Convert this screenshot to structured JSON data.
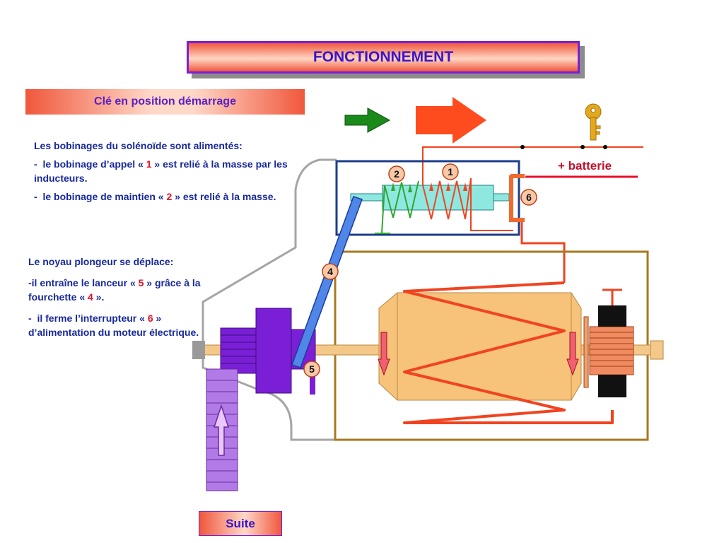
{
  "title": "FONCTIONNEMENT",
  "subtitle": "Clé en position démarrage",
  "paragraph1": {
    "heading": "Les bobinages du solénoïde sont alimentés:",
    "item1_a": "le bobinage d’appel « ",
    "item1_num": "1",
    "item1_b": " » est relié à la masse par les inducteurs.",
    "item2_a": "le bobinage de maintien « ",
    "item2_num": "2",
    "item2_b": " » est relié à la masse."
  },
  "paragraph2": {
    "heading": "Le noyau plongeur se déplace:",
    "item1_a": "il entraîne le lanceur « ",
    "item1_num": "5",
    "item1_b": " » grâce à la fourchette « ",
    "item1_num2": "4",
    "item1_c": " ».",
    "item2_a": "il ferme l’interrupteur « ",
    "item2_num": "6",
    "item2_b": " » d’alimentation du moteur électrique."
  },
  "diagram": {
    "battery_label": "+ batterie",
    "markers": [
      "1",
      "2",
      "4",
      "5",
      "6"
    ]
  },
  "suite_button": "Suite",
  "colors": {
    "title_text": "#3a16c8",
    "number_red": "#e0102a",
    "wire_red": "#f04420",
    "green_arrow": "#1a8a1a",
    "motor_body": "#f7c27a",
    "pinion_purple": "#7a1fd6"
  }
}
